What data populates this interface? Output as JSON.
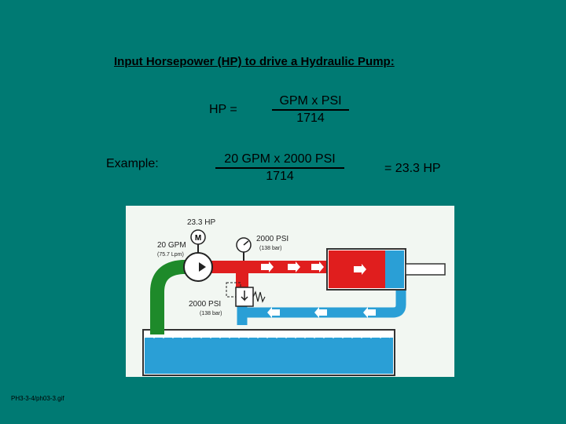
{
  "slide": {
    "title": "Input Horsepower (HP) to drive a Hydraulic Pump:",
    "formula": {
      "lhs": "HP =",
      "numerator": "GPM x PSI",
      "denominator": "1714"
    },
    "example": {
      "label": "Example:",
      "numerator": "20 GPM x 2000 PSI",
      "denominator": "1714",
      "result": "= 23.3 HP"
    },
    "footer": "PH3-3-4/ph03-3.gif"
  },
  "diagram": {
    "labels": {
      "motor_hp": "23.3 HP",
      "motor_symbol": "M",
      "flow_gpm": "20 GPM",
      "flow_lpm": "(75.7 Lpm)",
      "pressure_top": "2000 PSI",
      "pressure_top_bar": "(138 bar)",
      "pressure_bottom": "2000 PSI",
      "pressure_bottom_bar": "(138 bar)"
    },
    "colors": {
      "pressure_line": "#e01e1e",
      "return_line": "#2a9fd6",
      "suction_line": "#1e8a2a",
      "tank_fluid": "#2a9fd6",
      "background": "#f2f7f2"
    }
  }
}
